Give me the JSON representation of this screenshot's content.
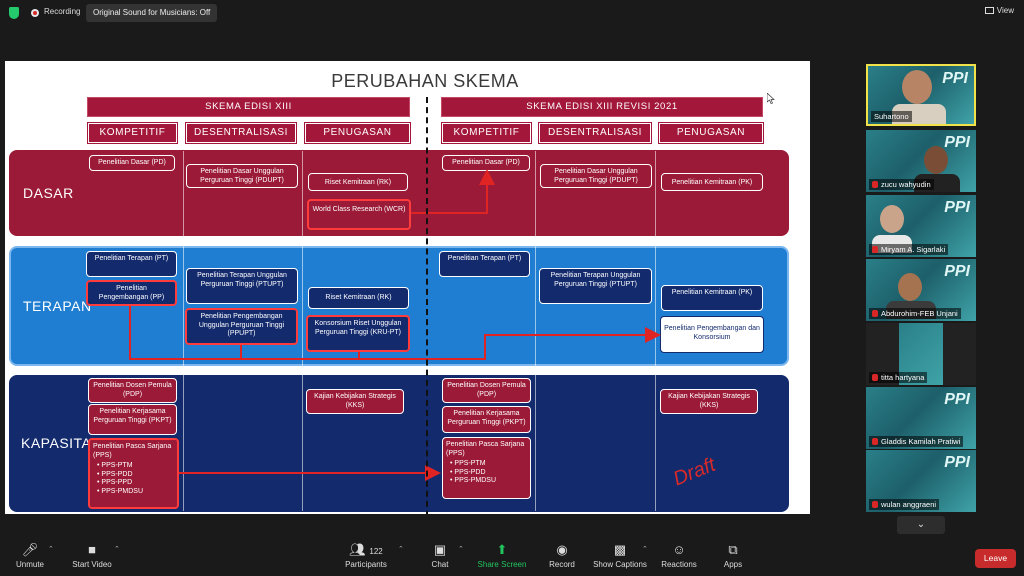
{
  "topbar": {
    "recording_label": "Recording",
    "original_sound_label": "Original Sound for Musicians: Off",
    "view_label": "View"
  },
  "slide": {
    "title": "PERUBAHAN SKEMA",
    "left_header": "SKEMA EDISI XIII",
    "right_header": "SKEMA EDISI XIII REVISI 2021",
    "columns": [
      "KOMPETITIF",
      "DESENTRALISASI",
      "PENUGASAN",
      "KOMPETITIF",
      "DESENTRALISASI",
      "PENUGASAN"
    ],
    "rows": {
      "dasar": "DASAR",
      "terapan": "TERAPAN",
      "kapasitas": "KAPASITAS"
    },
    "boxes": {
      "pd_left": "Penelitian Dasar (PD)",
      "pdupt_left": "Penelitian Dasar Unggulan Perguruan Tinggi (PDUPT)",
      "rk_dasar": "Riset Kemitraan (RK)",
      "wcr": "World Class Research (WCR)",
      "pd_right": "Penelitian Dasar (PD)",
      "pdupt_right": "Penelitian Dasar Unggulan Perguruan Tinggi (PDUPT)",
      "pk_dasar": "Penelitian Kemitraan (PK)",
      "pt_left": "Penelitian Terapan (PT)",
      "pp_left": "Penelitian Pengembangan (PP)",
      "ptupt_left": "Penelitian Terapan Unggulan Perguruan Tinggi (PTUPT)",
      "ppupt_left": "Penelitian Pengembangan Unggulan Perguruan Tinggi (PPUPT)",
      "rk_terapan": "Riset Kemitraan (RK)",
      "kru_pt": "Konsorsium Riset Unggulan Perguruan Tinggi (KRU-PT)",
      "pt_right": "Penelitian Terapan (PT)",
      "ptupt_right": "Penelitian Terapan Unggulan Perguruan Tinggi (PTUPT)",
      "pk_terapan": "Penelitian Kemitraan (PK)",
      "ppk": "Penelitian Pengembangan dan Konsorsium",
      "pdp_left": "Penelitian Dosen Pemula (PDP)",
      "pkpt_left": "Penelitian Kerjasama Perguruan Tinggi (PKPT)",
      "pps_left_title": "Penelitian Pasca Sarjana (PPS)",
      "pps_left_items": [
        "PPS-PTM",
        "PPS-PDD",
        "PPS-PPD",
        "PPS-PMDSU"
      ],
      "kks_left": "Kajian Kebijakan Strategis (KKS)",
      "pdp_right": "Penelitian Dosen Pemula (PDP)",
      "pkpt_right": "Penelitian Kerjasama Perguruan Tinggi (PKPT)",
      "pps_right_title": "Penelitian Pasca Sarjana (PPS)",
      "pps_right_items": [
        "PPS-PTM",
        "PPS-PDD",
        "PPS-PMDSU"
      ],
      "kks_right": "Kajian Kebijakan Strategis (KKS)"
    },
    "watermark": "Draft"
  },
  "participants": [
    {
      "name": "Suhartono",
      "active": true
    },
    {
      "name": "zucu wahyudin",
      "active": false
    },
    {
      "name": "Miryam A. Sigarlaki",
      "active": false
    },
    {
      "name": "Abdurohim-FEB Unjani",
      "active": false
    },
    {
      "name": "titta hartyana",
      "active": false
    },
    {
      "name": "Gladdis Kamilah Pratiwi",
      "active": false
    },
    {
      "name": "wulan anggraeni",
      "active": false
    }
  ],
  "toolbar": {
    "unmute": "Unmute",
    "start_video": "Start Video",
    "participants": "Participants",
    "participants_count": "122",
    "chat": "Chat",
    "share_screen": "Share Screen",
    "record": "Record",
    "show_captions": "Show Captions",
    "reactions": "Reactions",
    "apps": "Apps",
    "leave": "Leave"
  },
  "colors": {
    "maroon": "#9b1a37",
    "blue": "#1f7ed1",
    "navy": "#132a6d",
    "arrow_red": "#e02424",
    "share_green": "#22c55e",
    "leave_red": "#c72b2b"
  }
}
